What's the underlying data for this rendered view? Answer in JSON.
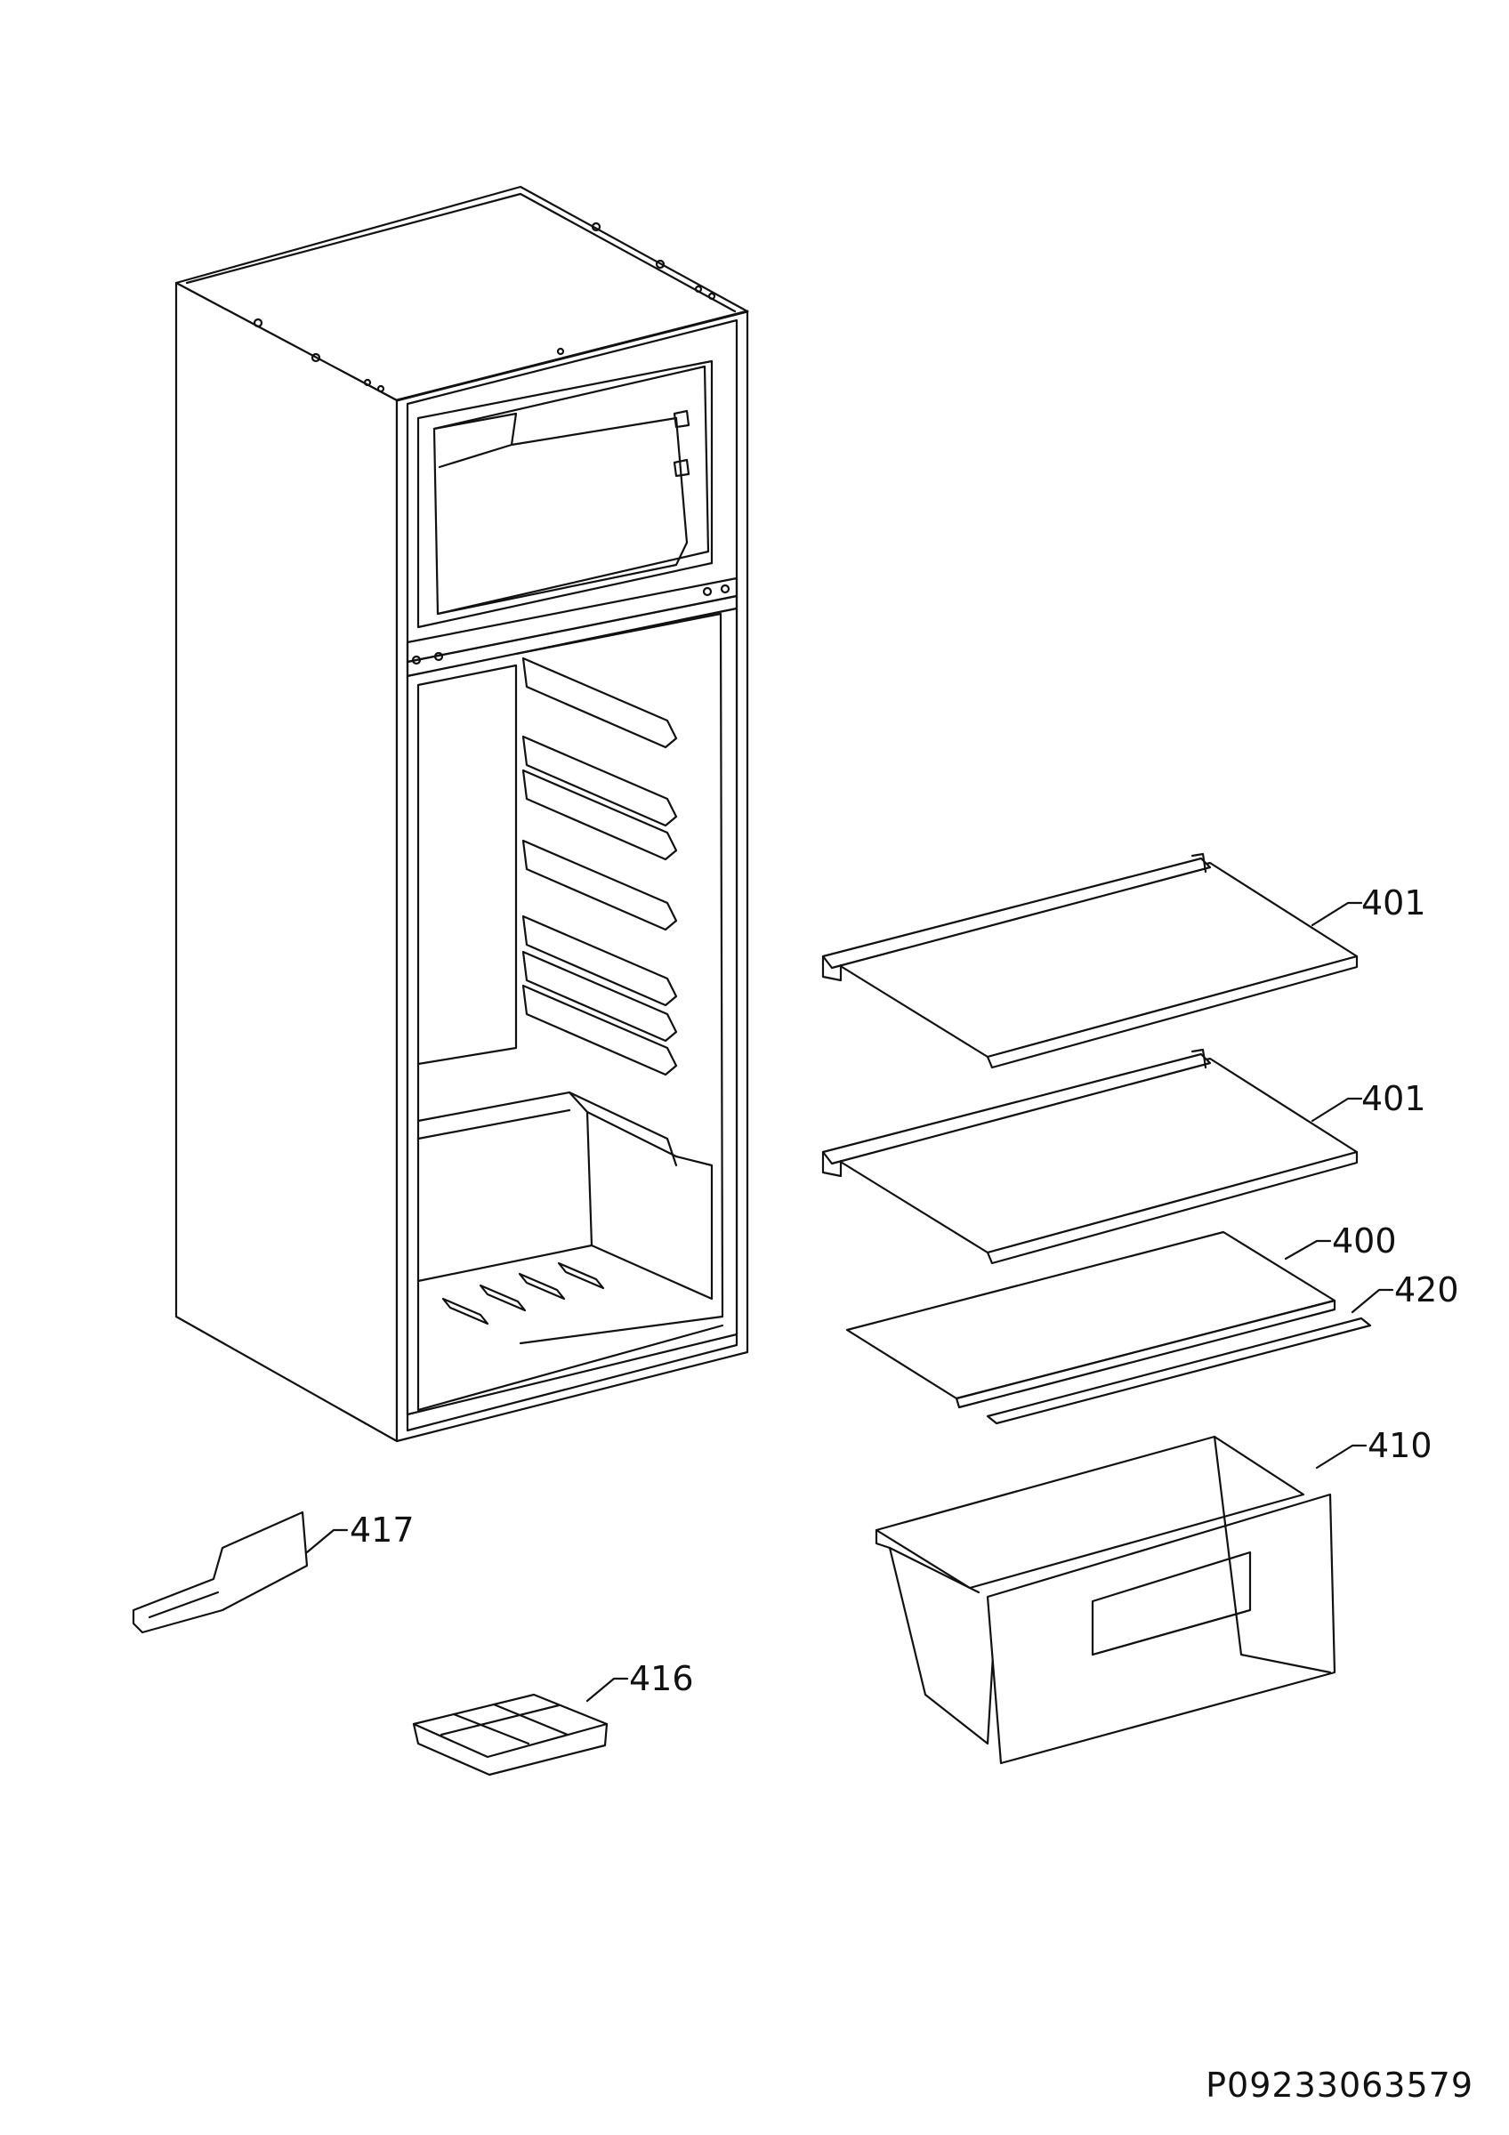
{
  "diagram": {
    "document_id": "P09233063579",
    "parts": [
      {
        "key": "shelf_upper",
        "label": "401",
        "icon": "glass-shelf-with-rim-icon"
      },
      {
        "key": "shelf_lower",
        "label": "401",
        "icon": "glass-shelf-with-rim-icon"
      },
      {
        "key": "crisper_cover",
        "label": "400",
        "icon": "glass-plate-icon"
      },
      {
        "key": "trim_strip",
        "label": "420",
        "icon": "profile-strip-icon"
      },
      {
        "key": "crisper_drawer",
        "label": "410",
        "icon": "drawer-icon"
      },
      {
        "key": "ice_scraper",
        "label": "417",
        "icon": "scraper-icon"
      },
      {
        "key": "ice_tray",
        "label": "416",
        "icon": "ice-tray-icon"
      }
    ],
    "colors": {
      "line": "#111111",
      "background": "#ffffff",
      "fill": "#ffffff"
    }
  }
}
